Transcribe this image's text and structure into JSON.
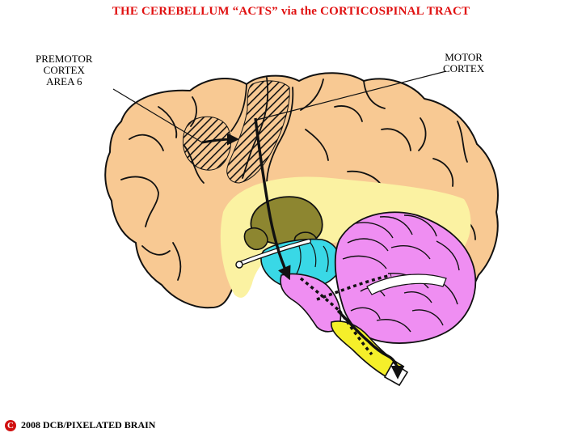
{
  "title": "THE CEREBELLUM “ACTS” via the CORTICOSPINAL TRACT",
  "labels": {
    "premotor_line1": "PREMOTOR",
    "premotor_line2": "CORTEX",
    "premotor_line3": "AREA 6",
    "motor_line1": "MOTOR",
    "motor_line2": "CORTEX"
  },
  "copyright": {
    "symbol": "C",
    "text": "2008  DCB/PIXELATED BRAIN"
  },
  "colors": {
    "title": "#e01010",
    "cortex": "#f8c993",
    "white_matter": "#fbf2a2",
    "thalamus": "#8d8630",
    "midbrain": "#39d8e6",
    "cerebellum": "#ef8ef2",
    "medulla": "#f5ef2a",
    "copyright_symbol": "#d01010"
  }
}
